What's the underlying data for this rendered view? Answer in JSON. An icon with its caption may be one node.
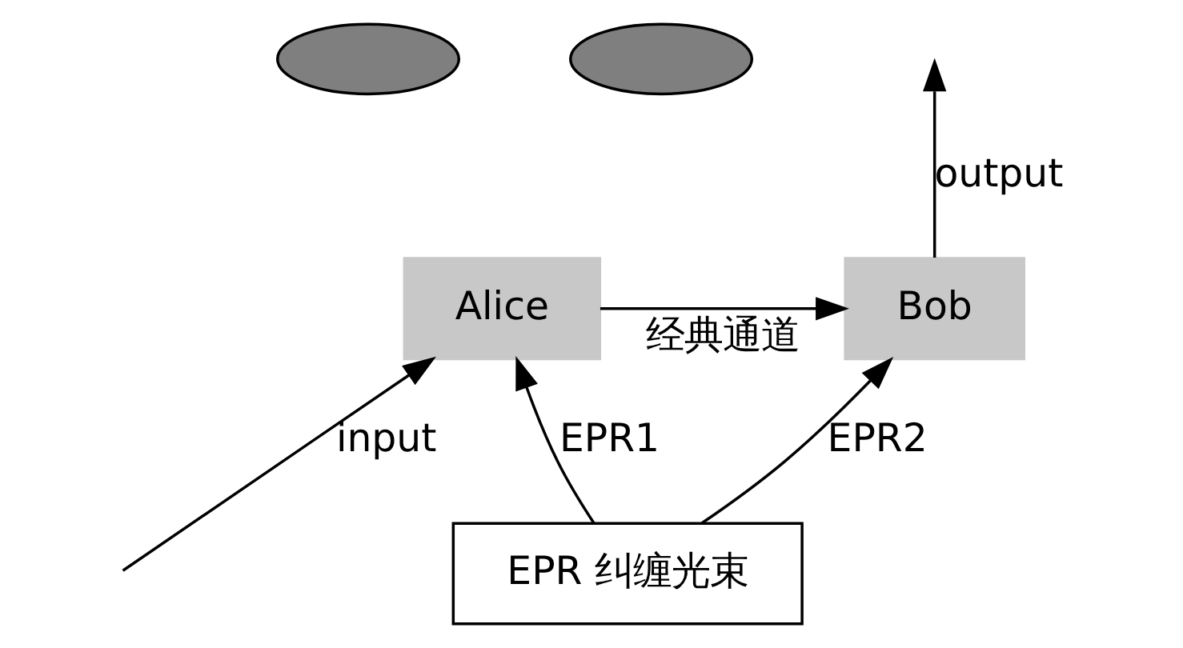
{
  "diagram": {
    "nodes": [
      {
        "text": [
          "Alice"
        ]
      },
      {
        "text": [
          "Bob"
        ]
      },
      {
        "text": [
          "EPR 纠缠光束"
        ]
      },
      {
        "text": [],
        "shape": "ellipse"
      },
      {
        "text": [],
        "shape": "ellipse"
      }
    ],
    "edges": [
      {
        "from": 0,
        "to": 1,
        "arrow": "to",
        "label": "经典通道"
      },
      {
        "from": null,
        "to": 0,
        "arrow": "to",
        "label": "input"
      },
      {
        "from": 1,
        "to": null,
        "arrow": "to",
        "label": "output"
      },
      {
        "from": 2,
        "to": 0,
        "arrow": "to",
        "label": "EPR1"
      },
      {
        "from": 2,
        "to": 1,
        "arrow": "to",
        "label": "EPR2"
      }
    ]
  }
}
